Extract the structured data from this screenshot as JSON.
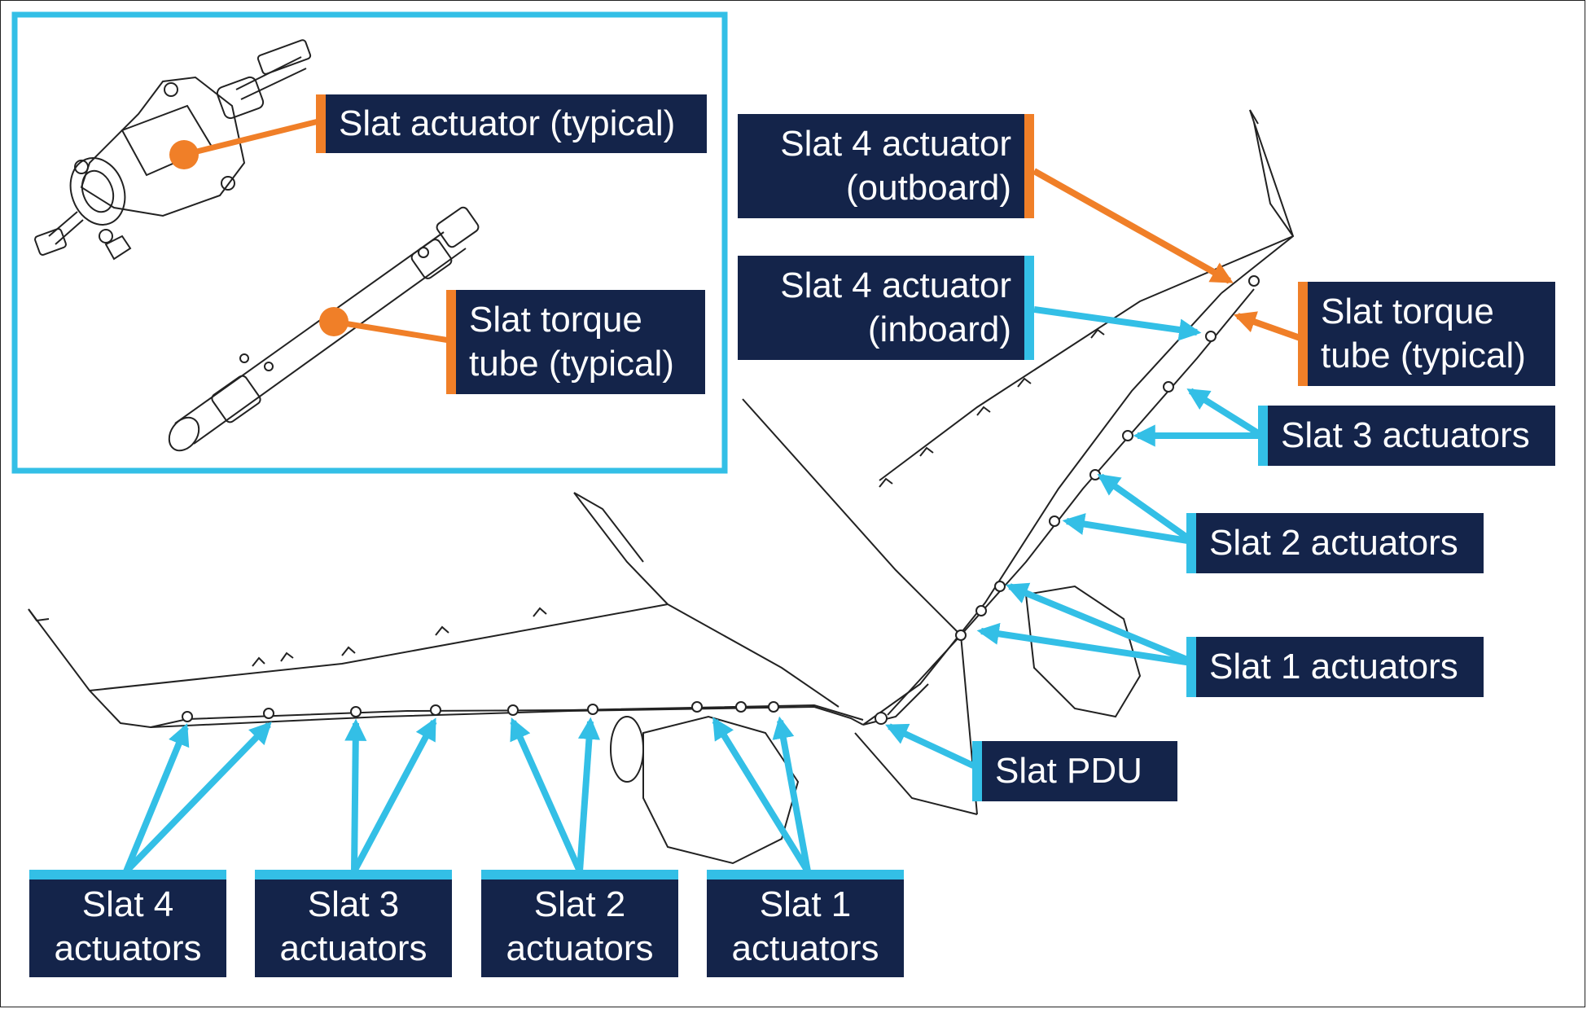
{
  "labels": {
    "inset_actuator": "Slat actuator (typical)",
    "inset_torque_tube_line1": "Slat torque",
    "inset_torque_tube_line2": "tube (typical)",
    "slat4_outboard_line1": "Slat 4 actuator",
    "slat4_outboard_line2": "(outboard)",
    "slat4_inboard_line1": "Slat 4 actuator",
    "slat4_inboard_line2": "(inboard)",
    "torque_tube_line1": "Slat torque",
    "torque_tube_line2": "tube (typical)",
    "slat3_right": "Slat 3 actuators",
    "slat2_right": "Slat 2 actuators",
    "slat1_right": "Slat 1 actuators",
    "slat_pdu": "Slat PDU",
    "bottom_slat4_line1": "Slat 4",
    "bottom_slat4_line2": "actuators",
    "bottom_slat3_line1": "Slat 3",
    "bottom_slat3_line2": "actuators",
    "bottom_slat2_line1": "Slat 2",
    "bottom_slat2_line2": "actuators",
    "bottom_slat1_line1": "Slat 1",
    "bottom_slat1_line2": "actuators"
  },
  "colors": {
    "label_background": "#14244a",
    "orange_accent": "#f07f28",
    "blue_accent": "#33bfe6",
    "inset_border": "#33bfe6",
    "line_art": "#222222"
  }
}
